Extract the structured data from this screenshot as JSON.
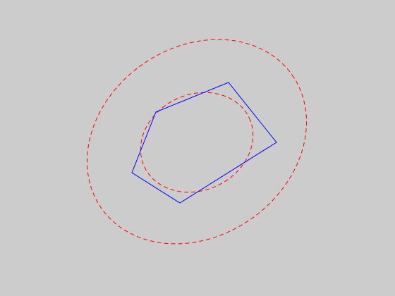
{
  "colors": {
    "background": "#cccccc",
    "polygon_stroke": "#0000ff",
    "ellipse_stroke": "#ff0000"
  },
  "shapes": {
    "polygon": {
      "kind": "pentagon",
      "style": "solid"
    },
    "outer_ellipse": {
      "kind": "ellipse",
      "style": "dashed"
    },
    "inner_ellipse": {
      "kind": "ellipse",
      "style": "dashed"
    }
  }
}
